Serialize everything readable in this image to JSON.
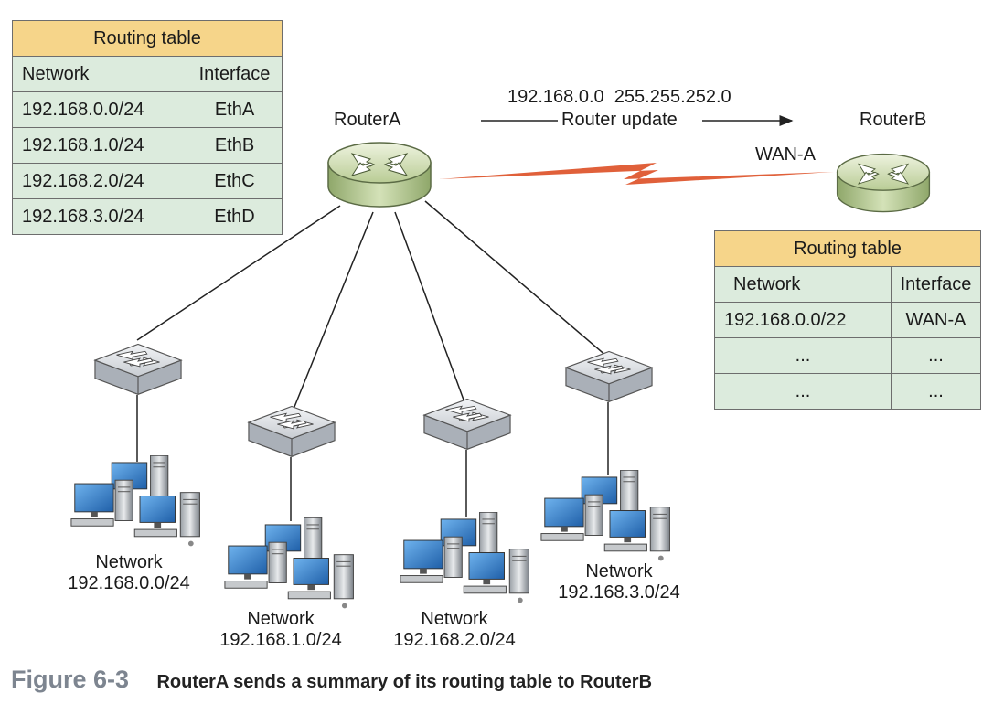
{
  "tableA": {
    "title": "Routing table",
    "col_network": "Network",
    "col_interface": "Interface",
    "rows": [
      {
        "network": "192.168.0.0/24",
        "interface": "EthA"
      },
      {
        "network": "192.168.1.0/24",
        "interface": "EthB"
      },
      {
        "network": "192.168.2.0/24",
        "interface": "EthC"
      },
      {
        "network": "192.168.3.0/24",
        "interface": "EthD"
      }
    ]
  },
  "tableB": {
    "title": "Routing table",
    "col_network": "Network",
    "col_interface": "Interface",
    "rows": [
      {
        "network": "192.168.0.0/22",
        "interface": "WAN-A"
      },
      {
        "network": "...",
        "interface": "..."
      },
      {
        "network": "...",
        "interface": "..."
      }
    ]
  },
  "routerA": {
    "label": "RouterA"
  },
  "routerB": {
    "label": "RouterB",
    "wan_label": "WAN-A"
  },
  "update": {
    "addr": "192.168.0.0  255.255.252.0",
    "label": "Router update"
  },
  "networks": [
    {
      "word": "Network",
      "addr": "192.168.0.0/24"
    },
    {
      "word": "Network",
      "addr": "192.168.1.0/24"
    },
    {
      "word": "Network",
      "addr": "192.168.2.0/24"
    },
    {
      "word": "Network",
      "addr": "192.168.3.0/24"
    }
  ],
  "caption": {
    "figure": "Figure 6-3",
    "text": "RouterA sends a summary of its routing table to RouterB"
  },
  "colors": {
    "table_header": "#f6d58a",
    "table_cell": "#dcebdd",
    "wan_link": "#e0603a",
    "router_body": "#c9d8ab",
    "monitor_screen": "#2f7fc8"
  }
}
